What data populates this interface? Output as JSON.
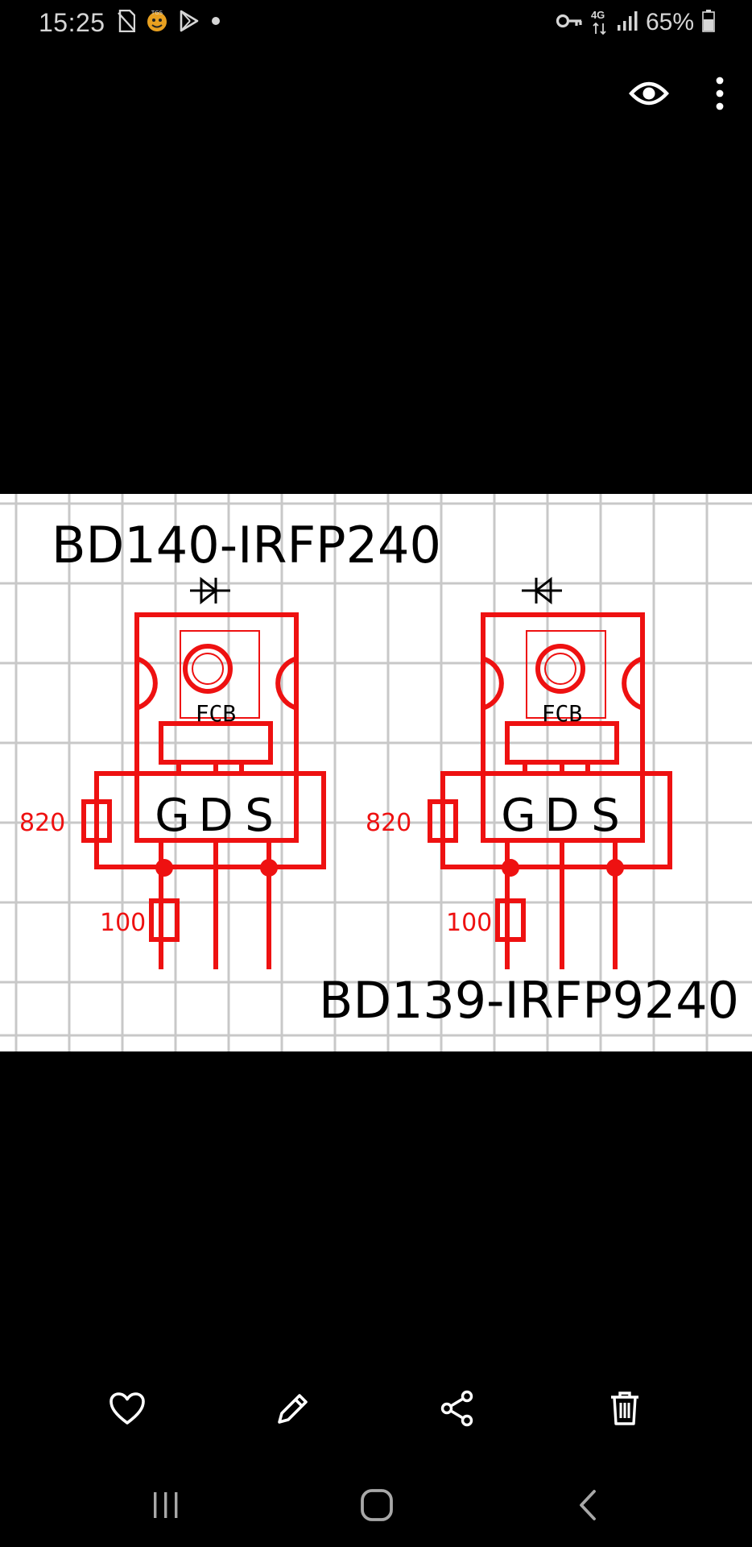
{
  "status_bar": {
    "time": "15:25",
    "network_type": "4G",
    "battery": "65%",
    "icons_left": [
      "sim-card-icon",
      "app-notification-icon",
      "play-store-icon",
      "dot-icon"
    ],
    "icons_right": [
      "vpn-key-icon",
      "network-4g-icon",
      "signal-icon",
      "battery-icon"
    ]
  },
  "top_actions": {
    "icons": [
      "eye-icon",
      "more-vertical-icon"
    ]
  },
  "image": {
    "title_top": "BD140-IRFP240",
    "title_bottom": "BD139-IRFP9240",
    "left_component": {
      "label": "FCB",
      "pins": [
        "G",
        "D",
        "S"
      ],
      "resistor_upper": "820",
      "resistor_lower": "100"
    },
    "right_component": {
      "label": "FCB",
      "pins": [
        "G",
        "D",
        "S"
      ],
      "resistor_upper": "820",
      "resistor_lower": "100"
    },
    "colors": {
      "background": "#ffffff",
      "grid": "#c8c8c8",
      "trace": "#ee1111",
      "text": "#000000"
    }
  },
  "bottom_toolbar": {
    "icons": [
      "heart-icon",
      "edit-pencil-icon",
      "share-icon",
      "trash-icon"
    ]
  },
  "nav_bar": {
    "icons": [
      "recent-apps-icon",
      "home-icon",
      "back-icon"
    ]
  },
  "colors": {
    "screen_background": "#000000",
    "icon": "#ffffff",
    "status_text": "#d6d6d6",
    "nav_icon": "#a8a8a8"
  }
}
